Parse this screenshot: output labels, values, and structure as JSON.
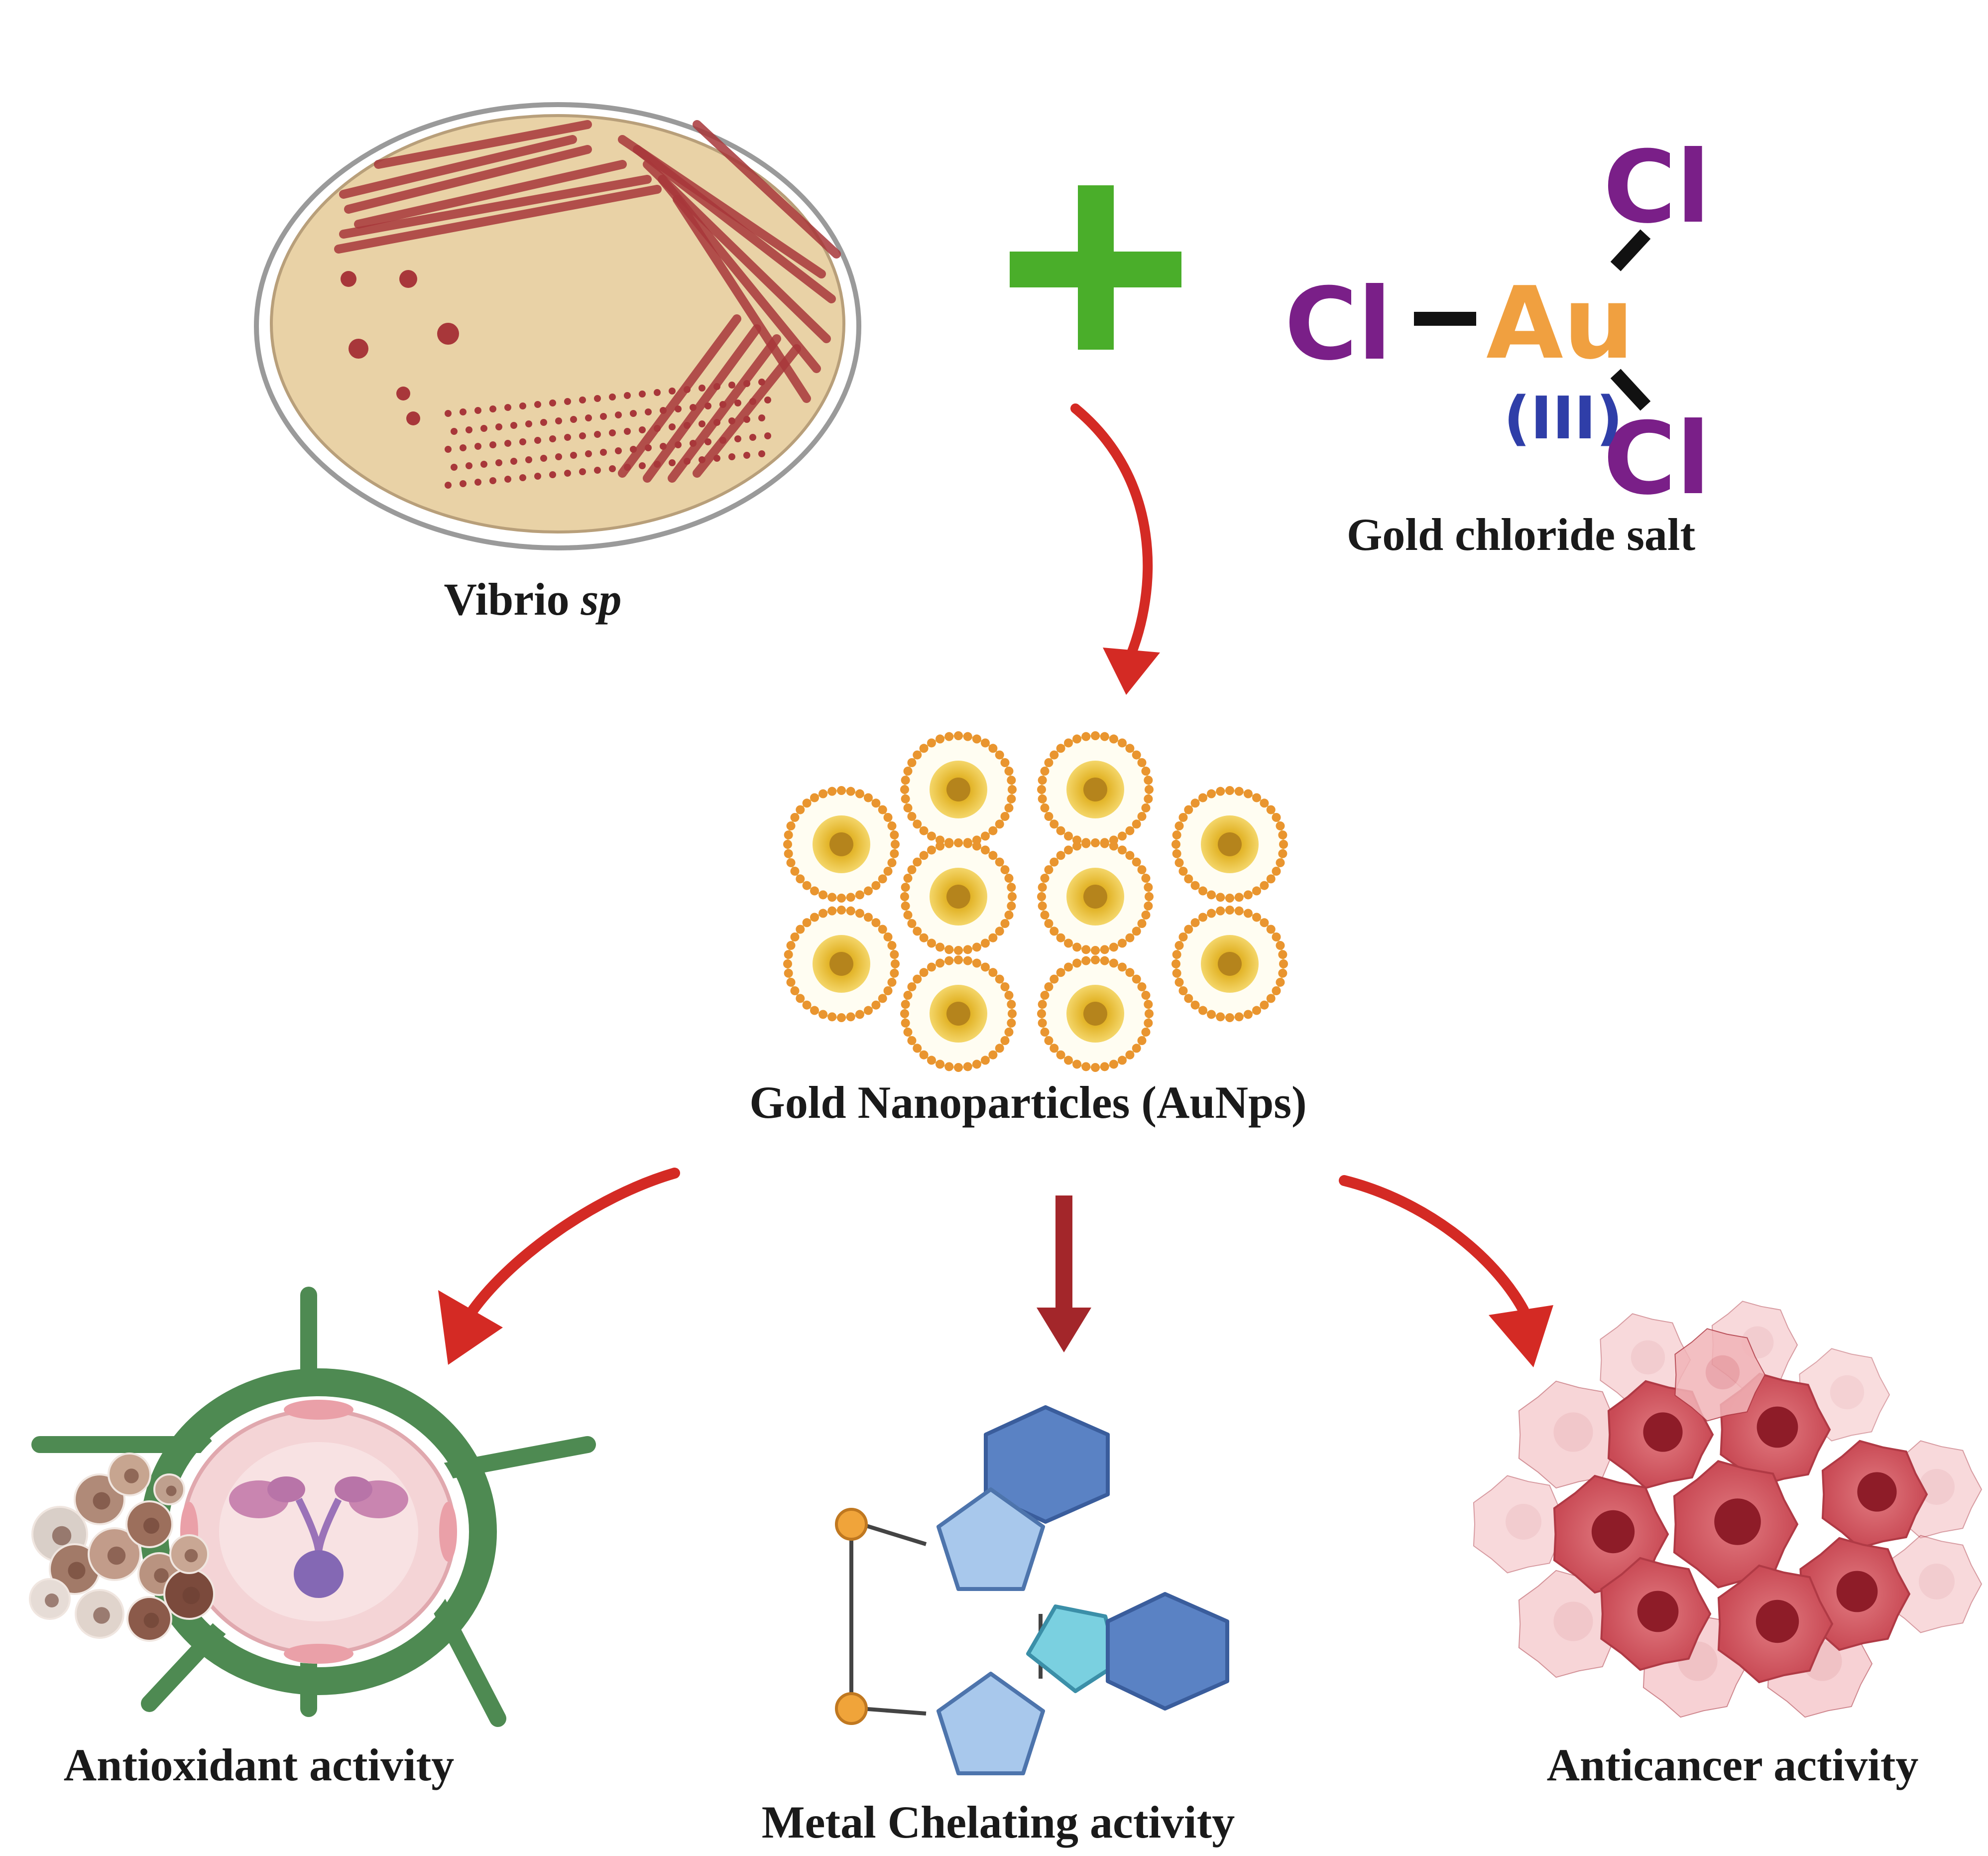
{
  "labels": {
    "bacteria_name": "Vibrio",
    "bacteria_suffix": "sp",
    "salt": "Gold chloride salt",
    "nanoparticles": "Gold Nanoparticles (AuNps)",
    "antioxidant": "Antioxidant activity",
    "chelating": "Metal Chelating activity",
    "anticancer": "Anticancer activity"
  },
  "molecule": {
    "metal": "Au",
    "ligand": "Cl",
    "oxidation_state": "(III)"
  },
  "colors": {
    "arrow": "#d42a24",
    "arrow_dark": "#a3262a",
    "plus": "#4aae2a",
    "gold": "#f0a040",
    "chlorine": "#7a1f88",
    "oxidation": "#2f3ea8",
    "dish_fill": "#e9d2a6",
    "colony": "#a8373a",
    "cell_green": "#4e8a52",
    "cancer": "#c94a55"
  },
  "icons": {
    "dish": "petri-dish-icon",
    "plus": "plus-icon",
    "particles": "nanoparticle-icon",
    "plant_cell": "plant-cell-icon",
    "chelate": "chelate-molecule-icon",
    "tumor": "cancer-cell-cluster-icon"
  }
}
